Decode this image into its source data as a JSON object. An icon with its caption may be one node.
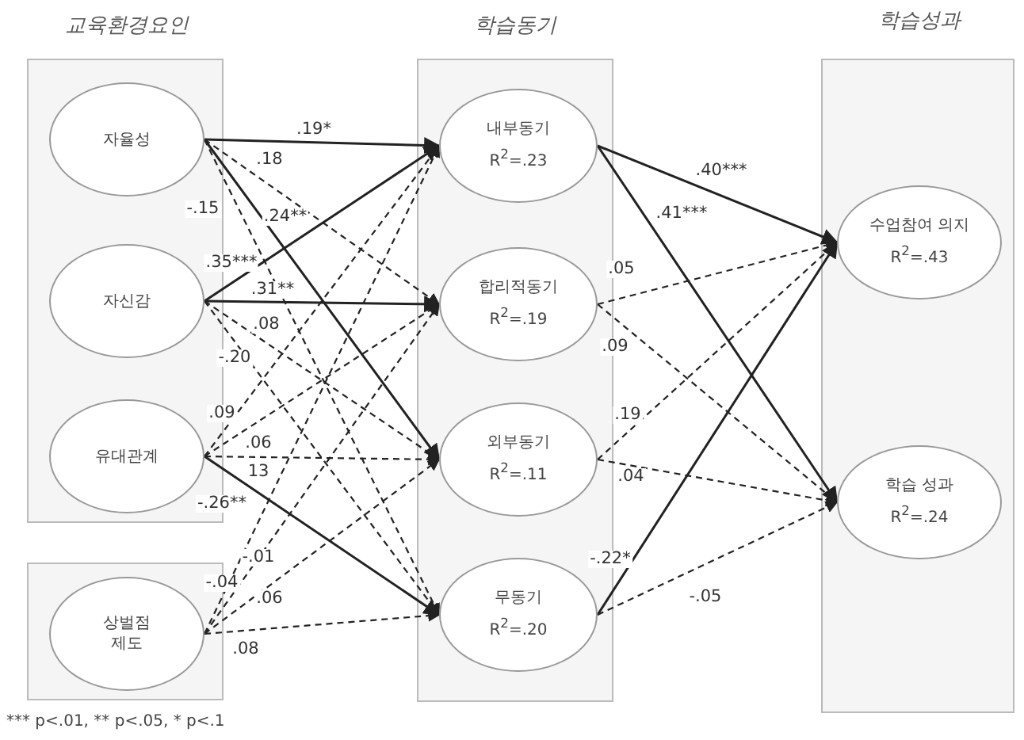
{
  "diagram": {
    "nodes": [
      {
        "text": [
          "교육환경요인"
        ]
      },
      {
        "text": [
          "자율성"
        ],
        "in": 0
      },
      {
        "text": [
          "자신감"
        ],
        "in": 0
      },
      {
        "text": [
          "유대관계"
        ],
        "in": 0
      },
      {
        "text": [],
        "shape": "box"
      },
      {
        "text": [
          "상벌점 제도"
        ],
        "in": 4
      },
      {
        "text": [
          "학습동기"
        ]
      },
      {
        "text": [
          "내부동기",
          "R$^{2}$=.23"
        ],
        "in": 6
      },
      {
        "text": [
          "합리적동기",
          "R$^{2}$=.19"
        ],
        "in": 6
      },
      {
        "text": [
          "외부동기",
          "R$^{2}$=.11"
        ],
        "in": 6
      },
      {
        "text": [
          "무동기",
          "R$^{2}$=.20"
        ],
        "in": 6
      },
      {
        "text": [
          "학습성과"
        ]
      },
      {
        "text": [
          "수업참여 의지",
          "R$^{2}$=.43"
        ],
        "in": 11
      },
      {
        "text": [
          "학습 성과",
          "R$^{2}$=.24"
        ],
        "in": 11
      }
    ],
    "edges": [
      {
        "from": 1,
        "to": 7,
        "arrow": "to",
        "label": ".19*"
      },
      {
        "from": 1,
        "to": 8,
        "arrow": "to",
        "label": ".18",
        "style": "dashed"
      },
      {
        "from": 1,
        "to": 9,
        "arrow": "to",
        "label": ".24**"
      },
      {
        "from": 1,
        "to": 10,
        "arrow": "to",
        "label": "-.15",
        "style": "dashed"
      },
      {
        "from": 2,
        "to": 7,
        "arrow": "to",
        "label": ".35***"
      },
      {
        "from": 2,
        "to": 8,
        "arrow": "to",
        "label": ".31**"
      },
      {
        "from": 2,
        "to": 9,
        "arrow": "to",
        "label": ".08",
        "style": "dashed"
      },
      {
        "from": 2,
        "to": 10,
        "arrow": "to",
        "label": "-.20",
        "style": "dashed"
      },
      {
        "from": 3,
        "to": 7,
        "arrow": "to",
        "label": ".09",
        "style": "dashed"
      },
      {
        "from": 3,
        "to": 8,
        "arrow": "to",
        "label": ".06",
        "style": "dashed"
      },
      {
        "from": 3,
        "to": 9,
        "arrow": "to",
        "label": "13",
        "style": "dashed"
      },
      {
        "from": 3,
        "to": 10,
        "arrow": "to",
        "label": "-.26**"
      },
      {
        "from": 5,
        "to": 7,
        "arrow": "to",
        "label": "-.04",
        "style": "dashed"
      },
      {
        "from": 5,
        "to": 8,
        "arrow": "to",
        "label": "-.01",
        "style": "dashed"
      },
      {
        "from": 5,
        "to": 9,
        "arrow": "to",
        "label": ".06",
        "style": "dashed"
      },
      {
        "from": 5,
        "to": 10,
        "arrow": "to",
        "label": ".08",
        "style": "dashed"
      },
      {
        "from": 7,
        "to": 12,
        "arrow": "to",
        "label": ".40***"
      },
      {
        "from": 7,
        "to": 13,
        "arrow": "to",
        "label": ".41***"
      },
      {
        "from": 8,
        "to": 12,
        "arrow": "to",
        "label": ".05",
        "style": "dashed"
      },
      {
        "from": 8,
        "to": 13,
        "arrow": "to",
        "label": ".09",
        "style": "dashed"
      },
      {
        "from": 9,
        "to": 12,
        "arrow": "to",
        "label": ".19",
        "style": "dashed"
      },
      {
        "from": 9,
        "to": 13,
        "arrow": "to",
        "label": ".04",
        "style": "dashed"
      },
      {
        "from": 10,
        "to": 12,
        "arrow": "to",
        "label": "-.22*"
      },
      {
        "from": 10,
        "to": 13,
        "arrow": "to",
        "label": "-.05",
        "style": "dashed"
      }
    ],
    "labels": [
      "*** p<.01, ** p<.05, * p<.1"
    ]
  }
}
